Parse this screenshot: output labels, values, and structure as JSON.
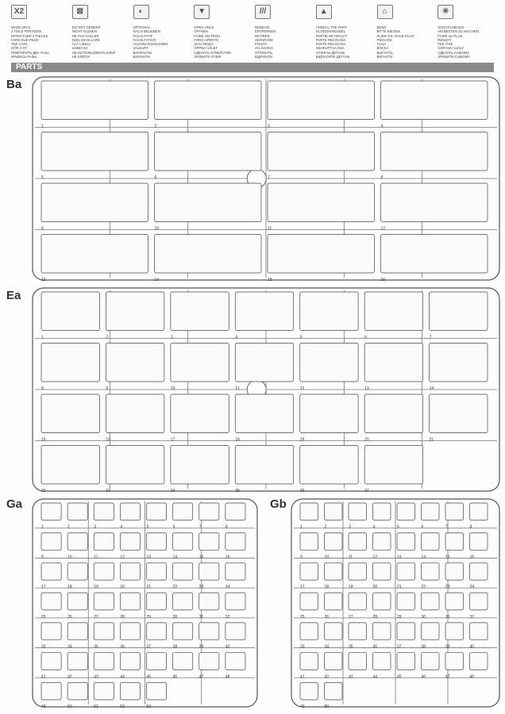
{
  "legend": [
    {
      "icon": "x2",
      "icon_name": "make-two-icon",
      "lines": [
        "MAKE 2pcs",
        "2 TEILE FERTIGEN",
        "EFFECTUER 2 PIECES",
        "FARE DUE PEZZI",
        "TEE 2 KPL",
        "GÖR 2 ST",
        "ПОВТОРИТЬ ДВА РАЗА",
        "КРЫБІСЬ РАЗЫ"
      ]
    },
    {
      "icon": "⊠",
      "icon_name": "do-not-cement-icon",
      "lines": [
        "DO NOT CEMENT",
        "NICHT KLEBEN",
        "NE PAS COLLER",
        "NON INCOLLARE",
        "ÄLÄ LIIMAA",
        "LIMMA EJ",
        "НЕ ИСПОЛЬЗОВАТЬ КЛЕЙ",
        "НЕ КЛЕЇТИ"
      ]
    },
    {
      "icon": "◐",
      "icon_name": "optional-icon",
      "lines": [
        "OPTIONAL",
        "NACH BELIEBEN",
        "FACULTATIF",
        "FACOLTATIVO",
        "VALINNAINVARAINEN",
        "VALBART",
        "ВАРИАНТЫ",
        "ВАРІАНТИ"
      ]
    },
    {
      "icon": "▼",
      "icon_name": "open-hole-icon",
      "lines": [
        "OPEN  HOLE",
        "ÖFFNEN",
        "FAIRE UN TROU",
        "FORO APERTO",
        "AVAA REIKÄ",
        "ÖPPNA HÅLET",
        "СДЕЛАТЬ ОТВЕРСТИЕ",
        "ЗРОБИТИ ОТВІР"
      ]
    },
    {
      "icon": "///",
      "icon_name": "remove-icon",
      "lines": [
        "REMOVE",
        "ENTFERNEN",
        "RETIRER",
        "SEPARARE",
        "POISTA",
        "AVLÄGSNA",
        "ОТРЕЗАТЬ",
        "ВІДРІЗАТИ"
      ]
    },
    {
      "icon": "▲",
      "icon_name": "anneal-icon",
      "lines": [
        "ANNEAL THE PART",
        "GLÖDGNINGSDEL",
        "PARTIE DE RECUIT",
        "PARTE RECOCIDA",
        "PARTE RECOCIDA",
        "HEHKUTTAA OSA",
        "ОТЖЕЧЬ ДЕТАЛЬ",
        "ВІДПАЛИТИ ДЕТАЛЬ"
      ]
    },
    {
      "icon": "⌂",
      "icon_name": "bend-icon",
      "lines": [
        "BEND",
        "BITTE BIEGEN",
        "PLIER S'IL VOUS PLAIT",
        "PIEGARE",
        "TAIVA",
        "BÖCKA",
        "ВЫГНУТЬ",
        "ВИГНУТИ"
      ]
    },
    {
      "icon": "✳",
      "icon_name": "scratchbuild-icon",
      "lines": [
        "SCRATCHBUILD",
        "AM BESTEN ZU MACHEN",
        "FAIRE LE PLUS",
        "RENDITI",
        "TEE ITSE",
        "GÖR DIG SJÄLV",
        "СДЕЛАТЬ САМОМУ",
        "ЗРОБИТИ САМОМУ"
      ]
    }
  ],
  "parts_title": "PARTS",
  "sprues": [
    {
      "label": "Ba",
      "numbers": [
        "1",
        "2",
        "3",
        "4",
        "5",
        "6",
        "7",
        "8",
        "9",
        "10",
        "11",
        "12",
        "13",
        "14",
        "15",
        "16"
      ]
    },
    {
      "label": "Ea",
      "numbers": [
        "1",
        "2",
        "3",
        "4",
        "5",
        "6",
        "7",
        "8",
        "9",
        "10",
        "11",
        "12",
        "13",
        "14",
        "15",
        "16",
        "17",
        "18",
        "19",
        "20",
        "21",
        "22",
        "23",
        "24",
        "25",
        "26",
        "27"
      ]
    },
    {
      "label": "Ga",
      "numbers": [
        "1",
        "2",
        "3",
        "4",
        "5",
        "6",
        "7",
        "8",
        "9",
        "10",
        "11",
        "12",
        "13",
        "14",
        "15",
        "16",
        "17",
        "18",
        "19",
        "20",
        "21",
        "22",
        "23",
        "24",
        "25",
        "26",
        "27",
        "28",
        "29",
        "30",
        "31",
        "32",
        "33",
        "34",
        "35",
        "36",
        "37",
        "38",
        "39",
        "40",
        "41",
        "42",
        "43",
        "44",
        "45",
        "46",
        "47",
        "48",
        "49",
        "50",
        "51",
        "52",
        "53"
      ]
    },
    {
      "label": "Gb",
      "numbers": [
        "1",
        "2",
        "3",
        "4",
        "5",
        "6",
        "7",
        "8",
        "9",
        "10",
        "11",
        "12",
        "13",
        "14",
        "15",
        "16",
        "17",
        "18",
        "19",
        "20",
        "21",
        "22",
        "23",
        "24",
        "25",
        "26",
        "27",
        "28",
        "29",
        "30",
        "31",
        "32",
        "33",
        "34",
        "35",
        "36",
        "37",
        "38",
        "39",
        "40",
        "41",
        "42",
        "43",
        "44",
        "45",
        "46",
        "47",
        "48",
        "49",
        "50"
      ]
    }
  ]
}
